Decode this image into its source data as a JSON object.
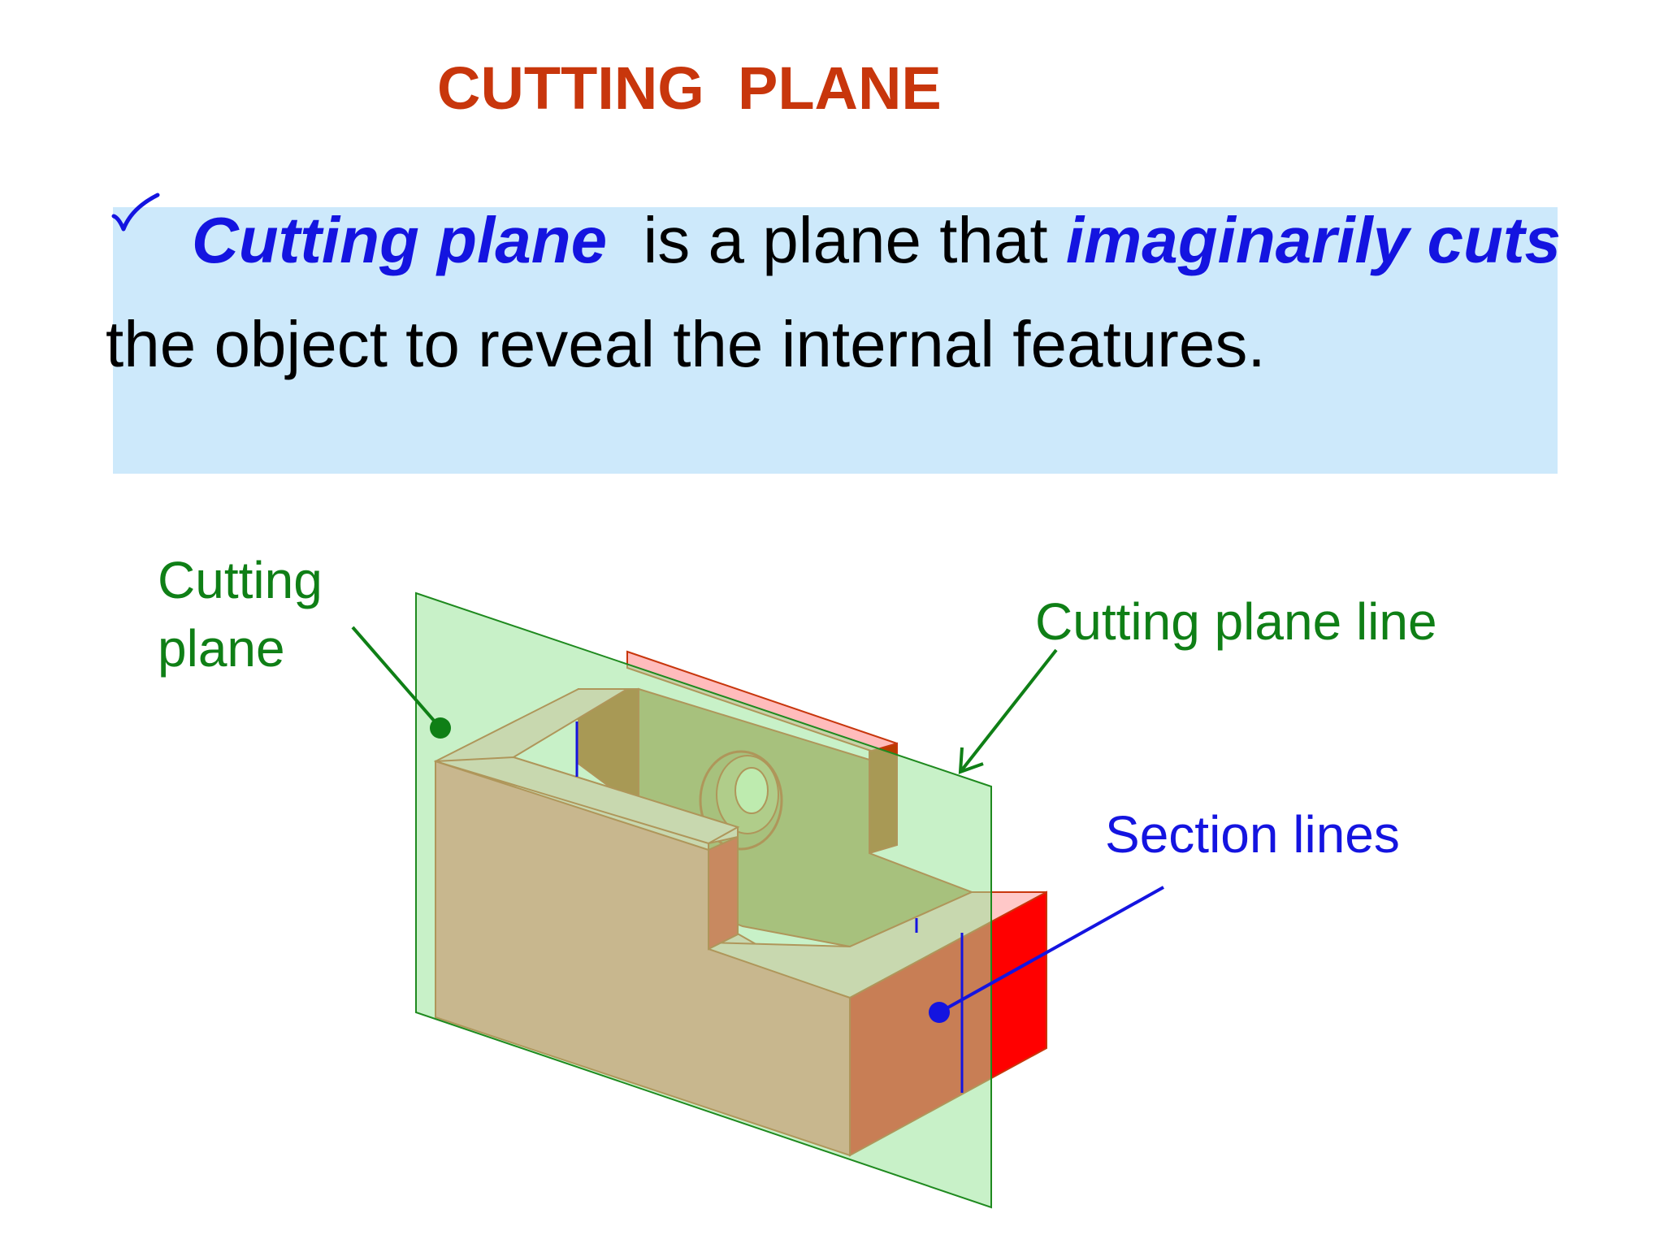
{
  "slide": {
    "title": "CUTTING  PLANE"
  },
  "definition": {
    "term": "Cutting plane",
    "text_middle": "  is a plane that ",
    "emphasis": "imaginarily cuts",
    "line2": "the object to reveal the internal features."
  },
  "labels": {
    "cutting_plane": "Cutting\nplane",
    "cutting_plane_line": "Cutting plane line",
    "section_lines": "Section lines"
  },
  "colors": {
    "title": "#c8360c",
    "highlight_box": "#cde9fb",
    "emphasis_blue": "#1414e0",
    "label_green": "#0f7f16",
    "object_red": "#ff0000",
    "object_light_red": "#ff7f7f",
    "plane_green": "#9be69b"
  },
  "icons": {
    "bullet": "check-icon"
  }
}
